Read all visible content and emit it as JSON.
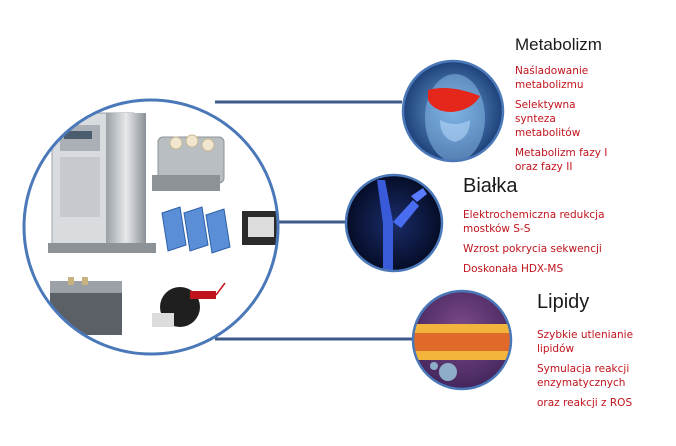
{
  "colors": {
    "accent_red": "#c0141c",
    "connector_blue": "#3c5a8a",
    "circle_border": "#4a78b8"
  },
  "instruments_panel": {
    "label": "",
    "items": [
      "lc-ms-system-icon",
      "electrochemical-cell-icon",
      "chip-icon",
      "sample-holder-icon",
      "flow-cell-icon",
      "spray-source-icon"
    ]
  },
  "sections": [
    {
      "title": "Metabolizm",
      "image_icon": "liver-anatomy-icon",
      "items": [
        "Naśladowanie metabolizmu",
        "Selektywna synteza metabolitów",
        "Metabolizm fazy I oraz fazy II"
      ]
    },
    {
      "title": "Białka",
      "image_icon": "protein-antibody-icon",
      "items": [
        "Elektrochemiczna redukcja mostków S-S",
        "Wzrost pokrycia sekwencji",
        "Doskonała HDX-MS"
      ]
    },
    {
      "title": "Lipidy",
      "image_icon": "lipid-bilayer-icon",
      "items": [
        "Szybkie utlenianie lipidów",
        "Symulacja reakcji enzymatycznych",
        "oraz reakcji z ROS"
      ]
    }
  ]
}
